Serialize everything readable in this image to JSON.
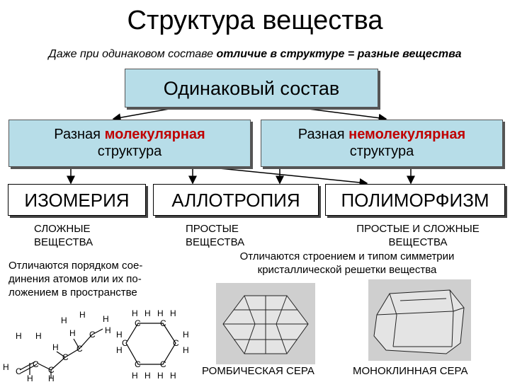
{
  "title": "Структура вещества",
  "subtitle": {
    "part1": "Даже при одинаковом составе ",
    "part2": "отличие в структуре",
    "sym": " = ",
    "part3": "разные вещества"
  },
  "top_box": "Одинаковый состав",
  "left_box": {
    "line1_prefix": "Разная ",
    "line1_highlight": "молекулярная",
    "line2": "структура"
  },
  "right_box": {
    "line1_prefix": "Разная ",
    "line1_highlight": "немолекулярная",
    "line2": "структура"
  },
  "categories": {
    "isomerism": "ИЗОМЕРИЯ",
    "allotropy": "АЛЛОТРОПИЯ",
    "polymorphism": "ПОЛИМОРФИЗМ"
  },
  "isomerism_sub": {
    "line1": "СЛОЖНЫЕ",
    "line2": "ВЕЩЕСТВА"
  },
  "allotropy_sub": {
    "line1": "ПРОСТЫЕ",
    "line2": "ВЕЩЕСТВА"
  },
  "polymorphism_sub": {
    "line1": "ПРОСТЫЕ И СЛОЖНЫЕ",
    "line2": "ВЕЩЕСТВА"
  },
  "isomerism_desc": [
    "Отличаются порядком сое-",
    "динения атомов или их по-",
    "ложением в пространстве"
  ],
  "structure_desc": [
    "Отличаются строением и типом симметрии",
    "кристаллической решетки вещества"
  ],
  "crystal_labels": {
    "rhombic": "РОМБИЧЕСКАЯ СЕРА",
    "monoclinic": "МОНОКЛИННАЯ СЕРА"
  },
  "atoms": {
    "carbon": "C",
    "hydrogen": "H"
  },
  "colors": {
    "box_fill": "#b7dde8",
    "highlight": "#c00000"
  }
}
